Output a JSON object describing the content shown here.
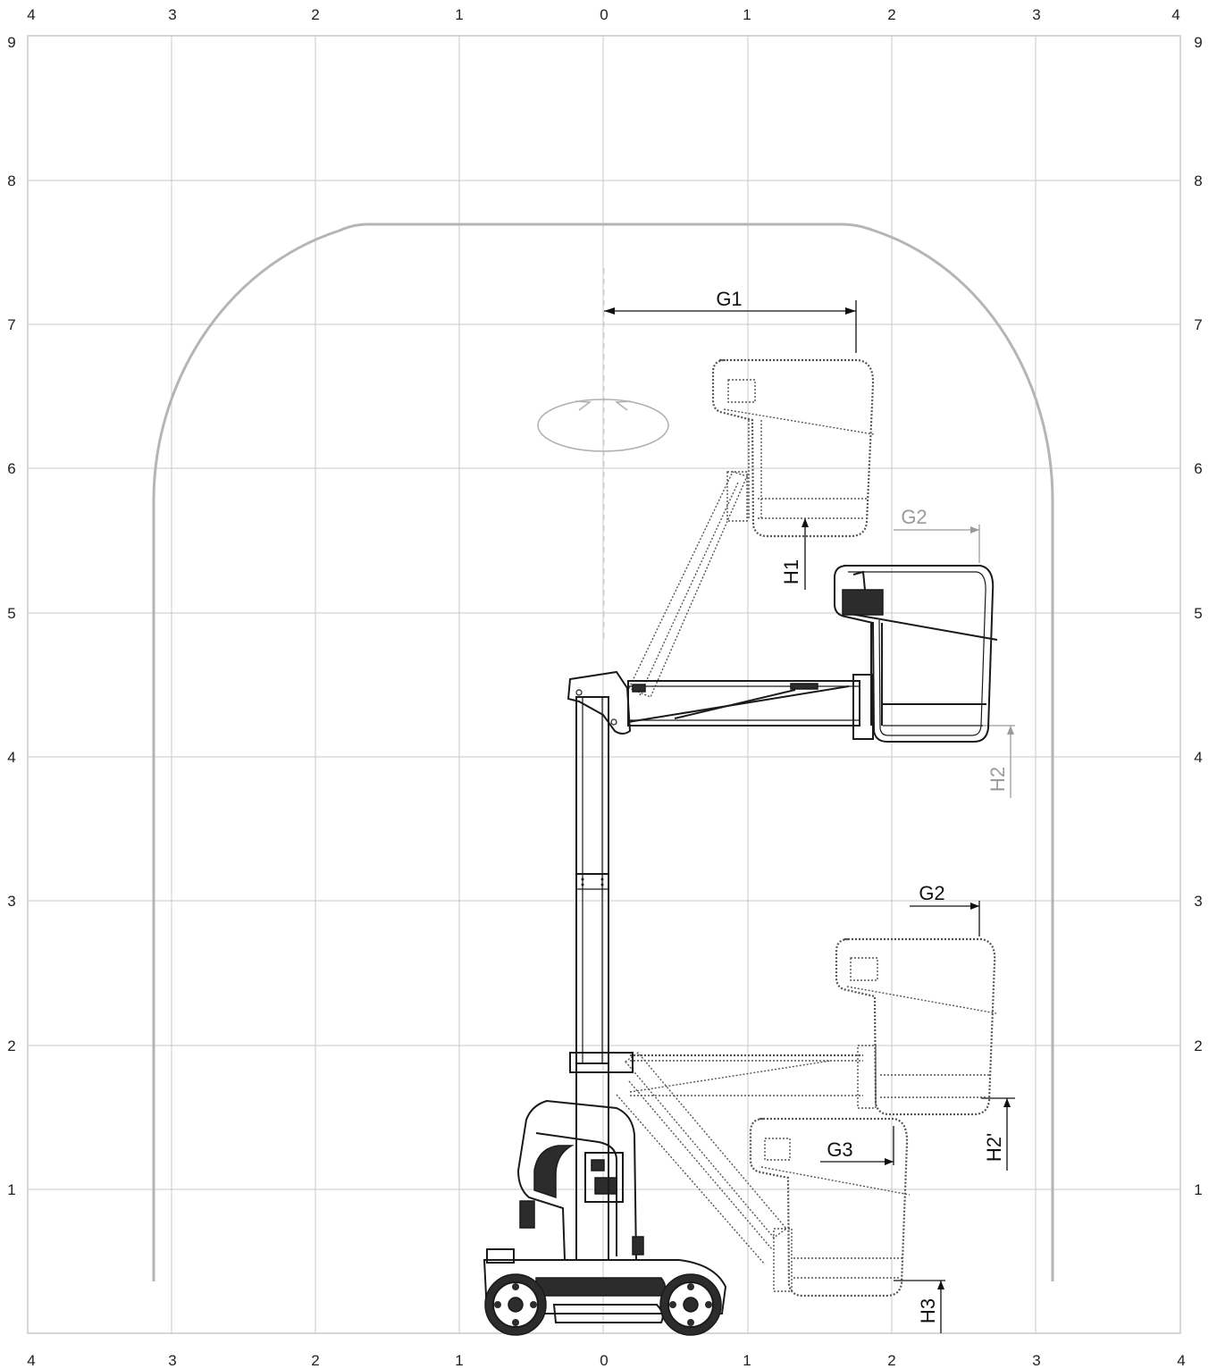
{
  "grid": {
    "top_labels": [
      "4",
      "3",
      "2",
      "1",
      "0",
      "1",
      "2",
      "3",
      "4"
    ],
    "bottom_labels": [
      "4",
      "3",
      "2",
      "1",
      "0",
      "1",
      "2",
      "3",
      "4"
    ],
    "left_labels": [
      "9",
      "8",
      "7",
      "6",
      "5",
      "4",
      "3",
      "2",
      "1"
    ],
    "right_labels": [
      "9",
      "8",
      "7",
      "6",
      "5",
      "4",
      "3",
      "2",
      "1"
    ]
  },
  "dimensions": {
    "g1": "G1",
    "g2_upper": "G2",
    "g2_lower": "G2",
    "g3": "G3",
    "h1": "H1",
    "h2": "H2",
    "h2_prime": "H2'",
    "h3": "H3"
  },
  "colors": {
    "grid": "#c8c8c8",
    "envelope": "#b5b5b5",
    "machine": "#1a1a1a",
    "grey_dimension": "#9a9a9a"
  }
}
